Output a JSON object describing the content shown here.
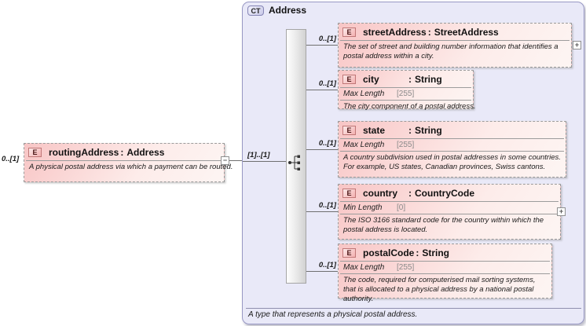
{
  "punct": {
    "colon": ":"
  },
  "icons": {
    "collapse_icon": "−",
    "expand_icon": "+"
  },
  "colors": {
    "container_fill": "#e9e9f8",
    "container_border": "#9898c4",
    "element_fill": "#f8c5c5",
    "element_border": "#9b9b9b",
    "badge_element_fill": "#f3b0b0",
    "badge_element_border": "#c07878",
    "badge_type_fill": "#c9c9e8",
    "badge_type_border": "#8585b5",
    "connector_line": "#707070"
  },
  "root": {
    "cardinality": "0..[1]",
    "badge": "E",
    "name": "routingAddress",
    "type": "Address",
    "description": "A physical postal address via which a payment can be routed."
  },
  "ct": {
    "badge": "CT",
    "title": "Address",
    "compositor": {
      "kind": "sequence",
      "cardinality": "[1]..[1]"
    },
    "footer": "A type that represents a physical postal address.",
    "children": [
      {
        "badge": "E",
        "cardinality": "0..[1]",
        "name": "streetAddress",
        "type": "StreetAddress",
        "description": "The set of street and building number information that identifies a postal address within a city."
      },
      {
        "badge": "E",
        "cardinality": "0..[1]",
        "name": "city",
        "type": "String",
        "facet_name": "Max Length",
        "facet_value": "[255]",
        "description": "The city component of a postal address."
      },
      {
        "badge": "E",
        "cardinality": "0..[1]",
        "name": "state",
        "type": "String",
        "facet_name": "Max Length",
        "facet_value": "[255]",
        "description": "A country subdivision used in postal addresses in some countries. For example, US states, Canadian provinces, Swiss cantons."
      },
      {
        "badge": "E",
        "cardinality": "0..[1]",
        "name": "country",
        "type": "CountryCode",
        "facet_name": "Min Length",
        "facet_value": "[0]",
        "description": "The ISO 3166 standard code for the country within which the postal address is located."
      },
      {
        "badge": "E",
        "cardinality": "0..[1]",
        "name": "postalCode",
        "type": "String",
        "facet_name": "Max Length",
        "facet_value": "[255]",
        "description": "The code, required for computerised mail sorting systems, that is allocated to a physical address by a national postal authority."
      }
    ]
  }
}
